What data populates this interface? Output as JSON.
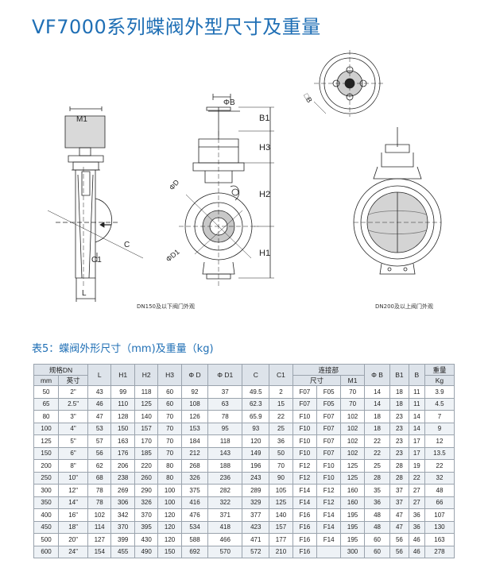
{
  "title": "VF7000系列蝶阀外型尺寸及重量",
  "figure": {
    "labels": {
      "m1": "M1",
      "l": "L",
      "c": "C",
      "c1": "C1",
      "phi_b": "ΦB",
      "phi_d": "ΦD",
      "phi_d1": "ΦD1",
      "b1": "B1",
      "h3": "H3",
      "h2": "H2",
      "h1": "H1",
      "sq_b": "□B"
    },
    "caption_left": "DN150及以下阀门外观",
    "caption_right": "DN200及以上阀门外观"
  },
  "table_title": "表5：蝶阀外形尺寸（mm)及重量（kg)",
  "table": {
    "header": {
      "spec": "规格DN",
      "mm": "mm",
      "inch": "英寸",
      "L": "L",
      "H1": "H1",
      "H2": "H2",
      "H3": "H3",
      "D": "Φ D",
      "D1": "Φ D1",
      "C": "C",
      "C1": "C1",
      "conn": "连接部",
      "size": "尺寸",
      "M1": "M1",
      "PhiB": "Φ B",
      "B1": "B1",
      "B": "B",
      "weight": "重量",
      "kg": "Kg"
    },
    "rows": [
      [
        "50",
        "2\"",
        "43",
        "99",
        "118",
        "60",
        "92",
        "37",
        "49.5",
        "2",
        "F07",
        "F05",
        "70",
        "14",
        "18",
        "11",
        "3.9"
      ],
      [
        "65",
        "2.5\"",
        "46",
        "110",
        "125",
        "60",
        "108",
        "63",
        "62.3",
        "15",
        "F07",
        "F05",
        "70",
        "14",
        "18",
        "11",
        "4.5"
      ],
      [
        "80",
        "3\"",
        "47",
        "128",
        "140",
        "70",
        "126",
        "78",
        "65.9",
        "22",
        "F10",
        "F07",
        "102",
        "18",
        "23",
        "14",
        "7"
      ],
      [
        "100",
        "4\"",
        "53",
        "150",
        "157",
        "70",
        "153",
        "95",
        "93",
        "25",
        "F10",
        "F07",
        "102",
        "18",
        "23",
        "14",
        "9"
      ],
      [
        "125",
        "5\"",
        "57",
        "163",
        "170",
        "70",
        "184",
        "118",
        "120",
        "36",
        "F10",
        "F07",
        "102",
        "22",
        "23",
        "17",
        "12"
      ],
      [
        "150",
        "6\"",
        "56",
        "176",
        "185",
        "70",
        "212",
        "143",
        "149",
        "50",
        "F10",
        "F07",
        "102",
        "22",
        "23",
        "17",
        "13.5"
      ],
      [
        "200",
        "8\"",
        "62",
        "206",
        "220",
        "80",
        "268",
        "188",
        "196",
        "70",
        "F12",
        "F10",
        "125",
        "25",
        "28",
        "19",
        "22"
      ],
      [
        "250",
        "10\"",
        "68",
        "238",
        "260",
        "80",
        "326",
        "236",
        "243",
        "90",
        "F12",
        "F10",
        "125",
        "28",
        "28",
        "22",
        "32"
      ],
      [
        "300",
        "12\"",
        "78",
        "269",
        "290",
        "100",
        "375",
        "282",
        "289",
        "105",
        "F14",
        "F12",
        "160",
        "35",
        "37",
        "27",
        "48"
      ],
      [
        "350",
        "14\"",
        "78",
        "306",
        "326",
        "100",
        "416",
        "322",
        "329",
        "125",
        "F14",
        "F12",
        "160",
        "36",
        "37",
        "27",
        "66"
      ],
      [
        "400",
        "16\"",
        "102",
        "342",
        "370",
        "120",
        "476",
        "371",
        "377",
        "140",
        "F16",
        "F14",
        "195",
        "48",
        "47",
        "36",
        "107"
      ],
      [
        "450",
        "18\"",
        "114",
        "370",
        "395",
        "120",
        "534",
        "418",
        "423",
        "157",
        "F16",
        "F14",
        "195",
        "48",
        "47",
        "36",
        "130"
      ],
      [
        "500",
        "20\"",
        "127",
        "399",
        "430",
        "120",
        "588",
        "466",
        "471",
        "177",
        "F16",
        "F14",
        "195",
        "60",
        "56",
        "46",
        "163"
      ],
      [
        "600",
        "24\"",
        "154",
        "455",
        "490",
        "150",
        "692",
        "570",
        "572",
        "210",
        "F16",
        "",
        "300",
        "60",
        "56",
        "46",
        "278"
      ]
    ]
  }
}
